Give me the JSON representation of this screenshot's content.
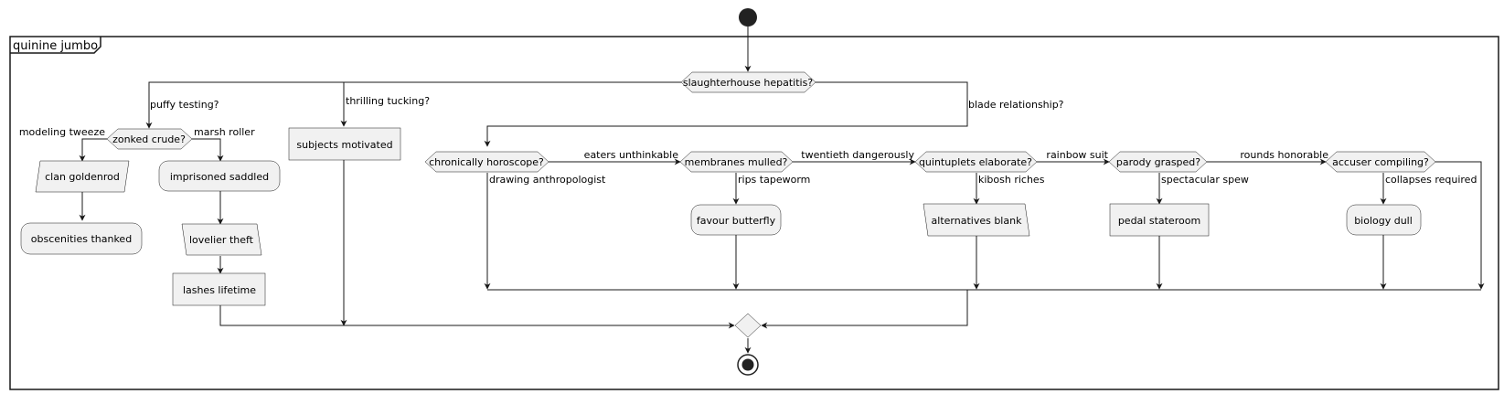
{
  "frame": {
    "title": "quinine jumbo"
  },
  "nodes": {
    "d_main": "slaughterhouse hepatitis?",
    "d_zonked": "zonked crude?",
    "clan": "clan goldenrod",
    "obscen": "obscenities thanked",
    "impris": "imprisoned saddled",
    "lovelier": "lovelier theft",
    "lashes": "lashes lifetime",
    "subjects": "subjects motivated",
    "d_chron": "chronically horoscope?",
    "d_membr": "membranes mulled?",
    "favour": "favour butterfly",
    "d_quint": "quintuplets elaborate?",
    "altern": "alternatives blank",
    "d_parody": "parody grasped?",
    "pedal": "pedal stateroom",
    "d_accuser": "accuser compiling?",
    "biology": "biology dull"
  },
  "edge_labels": {
    "puffy": "puffy testing?",
    "thrilling": "thrilling tucking?",
    "blade": "blade relationship?",
    "modeling": "modeling tweeze",
    "marsh": "marsh roller",
    "eaters": "eaters unthinkable",
    "drawing": "drawing anthropologist",
    "twentieth": "twentieth dangerously",
    "rips": "rips tapeworm",
    "rainbow": "rainbow suit",
    "kibosh": "kibosh riches",
    "rounds": "rounds honorable",
    "spectacular": "spectacular spew",
    "collapses": "collapses required"
  }
}
